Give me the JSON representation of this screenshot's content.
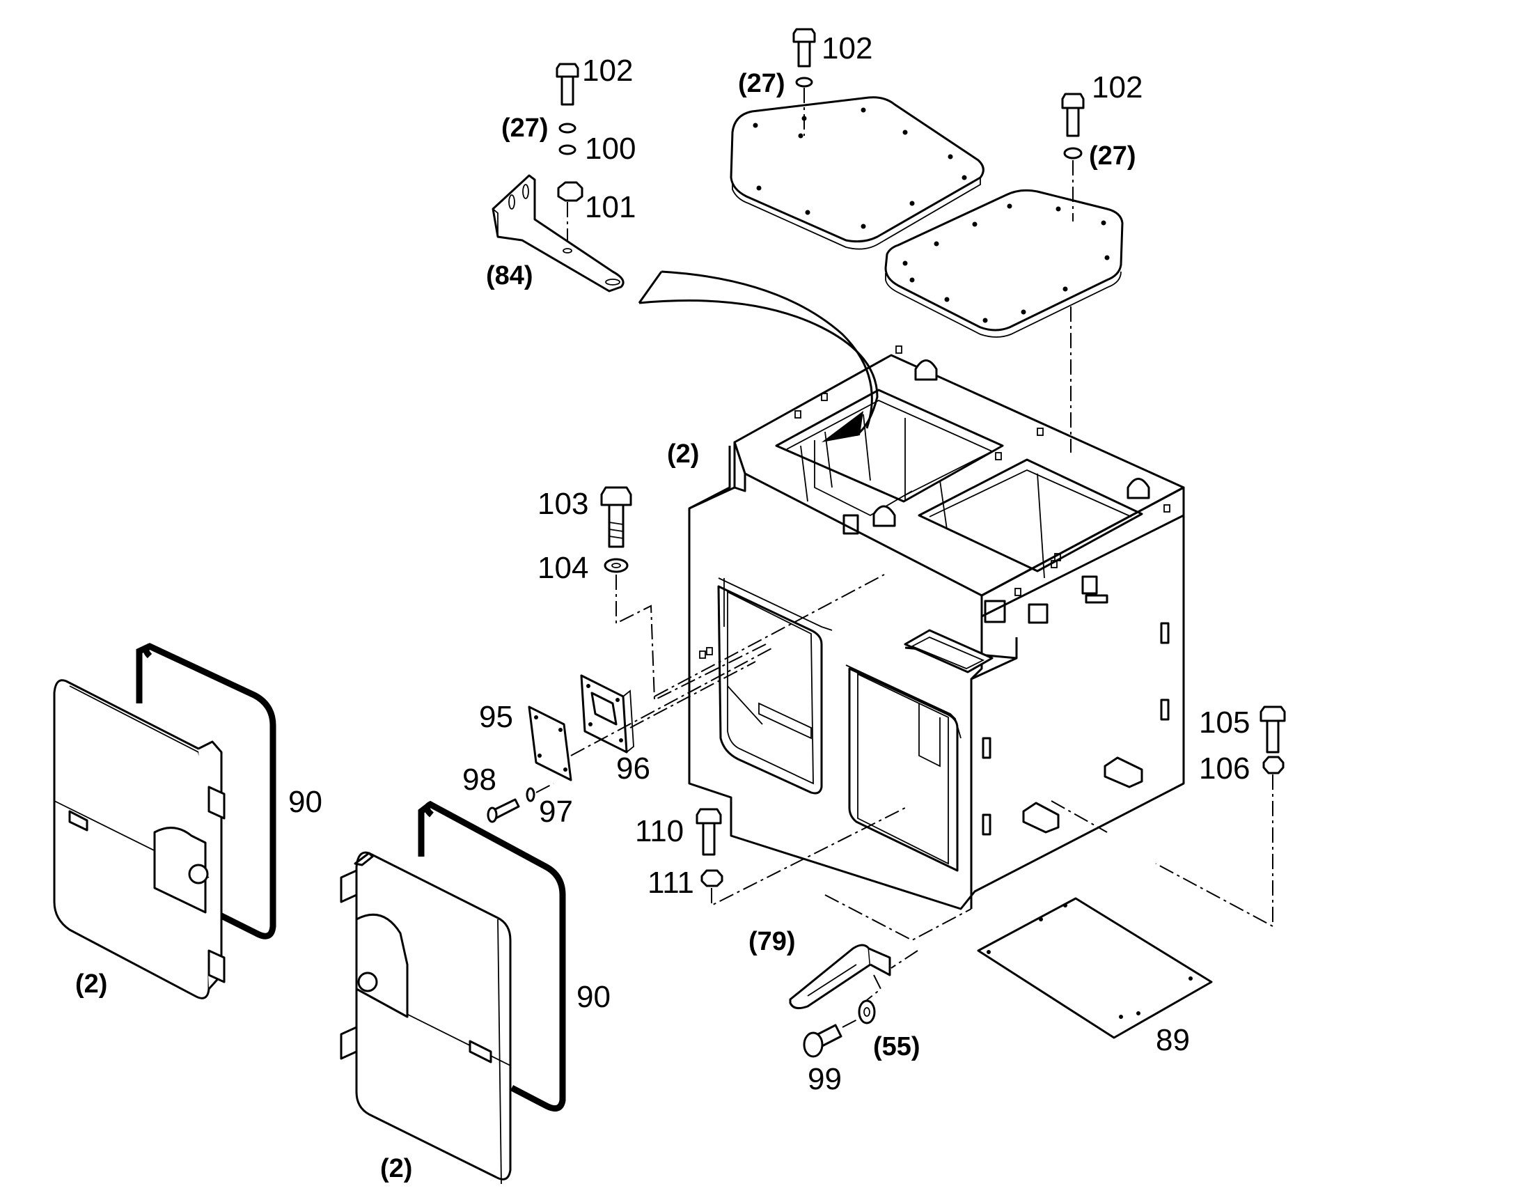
{
  "labels": {
    "p102_a": "102",
    "p102_b": "102",
    "p102_c": "102",
    "p27_a": "(27)",
    "p27_b": "(27)",
    "p27_c": "(27)",
    "p100": "100",
    "p101": "101",
    "p84": "(84)",
    "p2_a": "(2)",
    "p2_b": "(2)",
    "p2_c": "(2)",
    "p103": "103",
    "p104": "104",
    "p95": "95",
    "p96": "96",
    "p98": "98",
    "p97": "97",
    "p90_a": "90",
    "p90_b": "90",
    "p110": "110",
    "p111": "111",
    "p105": "105",
    "p106": "106",
    "p79": "(79)",
    "p55": "(55)",
    "p99": "99",
    "p89": "89"
  }
}
